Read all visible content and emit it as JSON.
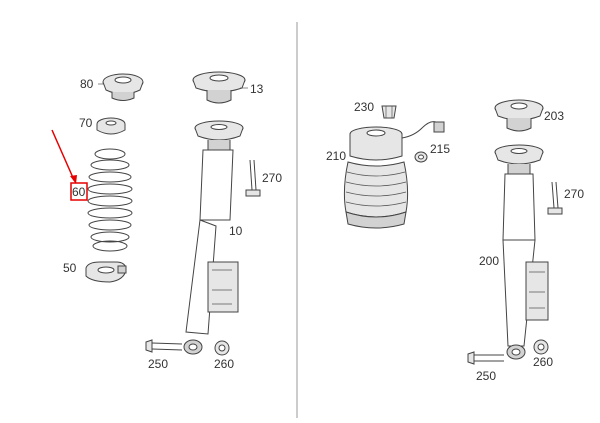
{
  "diagram": {
    "highlight_color": "#e60000",
    "line_color": "#444444",
    "part_fill": "#e6e6e6",
    "divider_color": "#999999",
    "left_labels": {
      "top_mount_spring": "80",
      "spring_pad_upper": "70",
      "coil_spring": "60",
      "spring_pad_lower": "50",
      "top_mount_shock": "13",
      "shock_absorber": "10",
      "bolt_left": "270",
      "lower_bolt": "250",
      "lower_nut": "260"
    },
    "right_labels": {
      "air_valve": "230",
      "air_spring": "210",
      "connector": "215",
      "top_mount": "203",
      "bolt_right": "270",
      "air_shock_absorber": "200",
      "lower_bolt": "250",
      "lower_nut": "260"
    }
  }
}
